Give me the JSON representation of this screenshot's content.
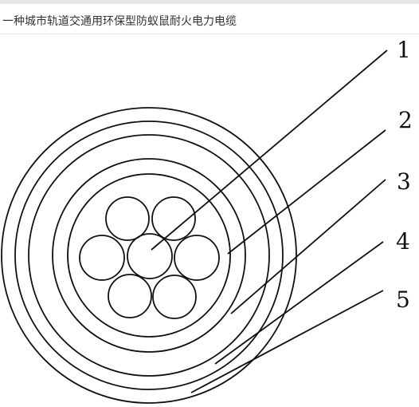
{
  "page": {
    "title": "一种城市轨道交通用环保型防蚁鼠耐火电力电缆"
  },
  "diagram": {
    "labels": [
      "1",
      "2",
      "3",
      "4",
      "5"
    ],
    "stroke_color": "#111111",
    "background": "#ffffff",
    "conductor_count": 7,
    "layer_count": 5
  }
}
